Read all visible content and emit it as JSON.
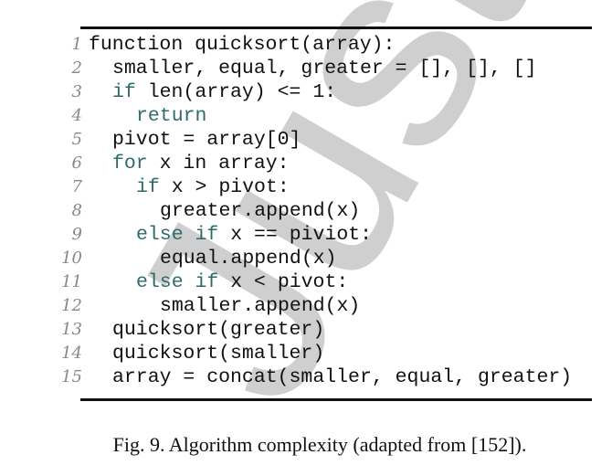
{
  "watermark": "Just Accepted",
  "colors": {
    "keyword": "#2f6b6b",
    "line_number": "#888888",
    "watermark": "#cfcfcf"
  },
  "listing": [
    {
      "n": "1",
      "indent": 0,
      "kw": "",
      "text": "function quicksort(array):"
    },
    {
      "n": "2",
      "indent": 1,
      "kw": "",
      "text": "smaller, equal, greater = [], [], []"
    },
    {
      "n": "3",
      "indent": 1,
      "kw": "if",
      "text": " len(array) <= 1:"
    },
    {
      "n": "4",
      "indent": 2,
      "kw": "return",
      "text": ""
    },
    {
      "n": "5",
      "indent": 1,
      "kw": "",
      "text": "pivot = array[0]"
    },
    {
      "n": "6",
      "indent": 1,
      "kw": "for",
      "text": " x in array:"
    },
    {
      "n": "7",
      "indent": 2,
      "kw": "if",
      "text": " x > pivot:"
    },
    {
      "n": "8",
      "indent": 3,
      "kw": "",
      "text": "greater.append(x)"
    },
    {
      "n": "9",
      "indent": 2,
      "kw": "else if",
      "text": " x == piviot:"
    },
    {
      "n": "10",
      "indent": 3,
      "kw": "",
      "text": "equal.append(x)"
    },
    {
      "n": "11",
      "indent": 2,
      "kw": "else if",
      "text": " x < pivot:"
    },
    {
      "n": "12",
      "indent": 3,
      "kw": "",
      "text": "smaller.append(x)"
    },
    {
      "n": "13",
      "indent": 1,
      "kw": "",
      "text": "quicksort(greater)"
    },
    {
      "n": "14",
      "indent": 1,
      "kw": "",
      "text": "quicksort(smaller)"
    },
    {
      "n": "15",
      "indent": 1,
      "kw": "",
      "text": "array = concat(smaller, equal, greater)"
    }
  ],
  "caption": "Fig. 9.  Algorithm complexity (adapted from [152])."
}
